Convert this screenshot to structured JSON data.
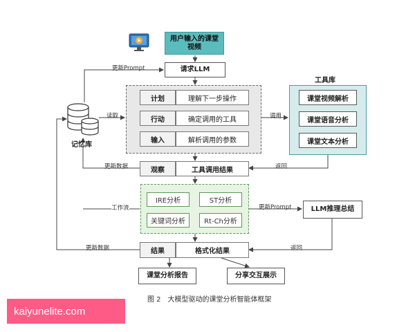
{
  "input_box": "用户输入的课堂视频",
  "request_box": "请求LLM",
  "memory_label": "记忆库",
  "plan_panel": [
    {
      "left": "计划",
      "right": "理解下一步操作"
    },
    {
      "left": "行动",
      "right": "确定调用的工具"
    },
    {
      "left": "输入",
      "right": "解析调用的参数"
    }
  ],
  "toolbox_title": "工具库",
  "toolbox_items": [
    "课堂视频解析",
    "课堂语音分析",
    "课堂文本分析"
  ],
  "observe_row": {
    "left": "观察",
    "right": "工具调用结果"
  },
  "workflow_items": [
    "IRE分析",
    "ST分析",
    "关键词分析",
    "Rt-Ch分析"
  ],
  "llm_summary_box": "LLM推理总结",
  "result_row": {
    "left": "结果",
    "right": "格式化结果"
  },
  "output_boxes": [
    "课堂分析报告",
    "分享交互展示"
  ],
  "edge_labels": {
    "update_prompt_top": "更新Prompt",
    "read": "读取",
    "call": "调用",
    "return_1": "返回",
    "update_data_1": "更新数据",
    "workflow": "工作流",
    "update_prompt_mid": "更新Prompt",
    "return_2": "返回",
    "update_data_2": "更新数据"
  },
  "caption": "图 2　大模型驱动的课堂分析智能体框架",
  "watermark": "kaiyunelite.com",
  "colors": {
    "teal": "#5bbcbd",
    "grey_panel": "#e8e8e8",
    "green_panel": "#e7f3e3",
    "toolbox_panel": "#d6ecec",
    "watermark": "#ff5b87"
  }
}
